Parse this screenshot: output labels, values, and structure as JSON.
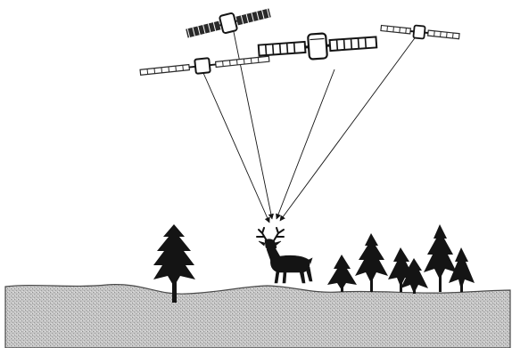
{
  "diagram": {
    "satellite_count": 4,
    "signal_line_count": 4,
    "receiver": "deer",
    "colors": {
      "ink": "#141414",
      "panel": "#2a2a2a",
      "ground_fill": "#b9b9b9",
      "ground_edge": "#4a4a4a",
      "background": "#ffffff"
    },
    "icons": {
      "satellite": "satellite-icon",
      "receiver": "deer-icon",
      "tree": "conifer-tree-icon",
      "signal_arrow": "arrowhead-icon"
    }
  }
}
